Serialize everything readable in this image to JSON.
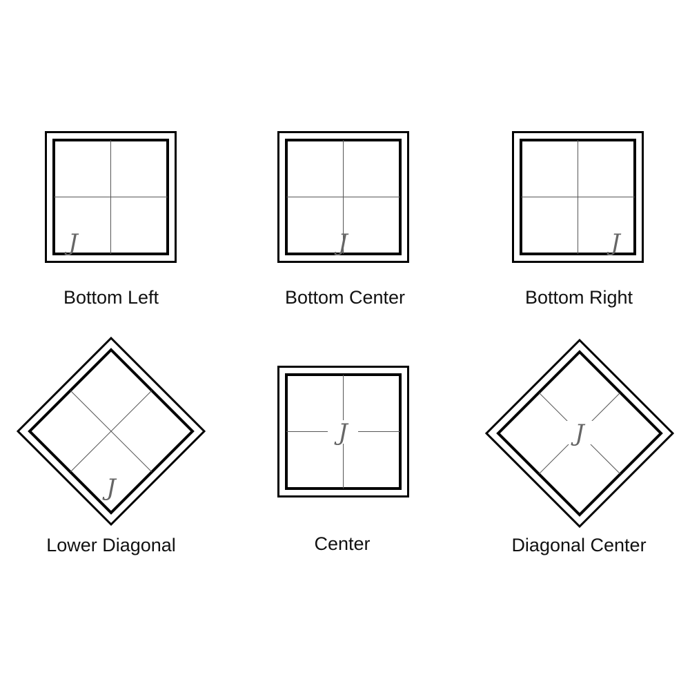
{
  "title": "Monogram Placement Options",
  "monogram_letter": "J",
  "colors": {
    "line": "#000000",
    "fold": "#555555",
    "monogram": "#666666"
  },
  "options": [
    {
      "label": "Bottom Left",
      "shape": "square",
      "placement": "bottom-left"
    },
    {
      "label": "Bottom Center",
      "shape": "square",
      "placement": "bottom-center"
    },
    {
      "label": "Bottom Right",
      "shape": "square",
      "placement": "bottom-right"
    },
    {
      "label": "Lower Diagonal",
      "shape": "diamond",
      "placement": "lower-diagonal"
    },
    {
      "label": "Center",
      "shape": "square",
      "placement": "center"
    },
    {
      "label": "Diagonal Center",
      "shape": "diamond",
      "placement": "center"
    }
  ]
}
